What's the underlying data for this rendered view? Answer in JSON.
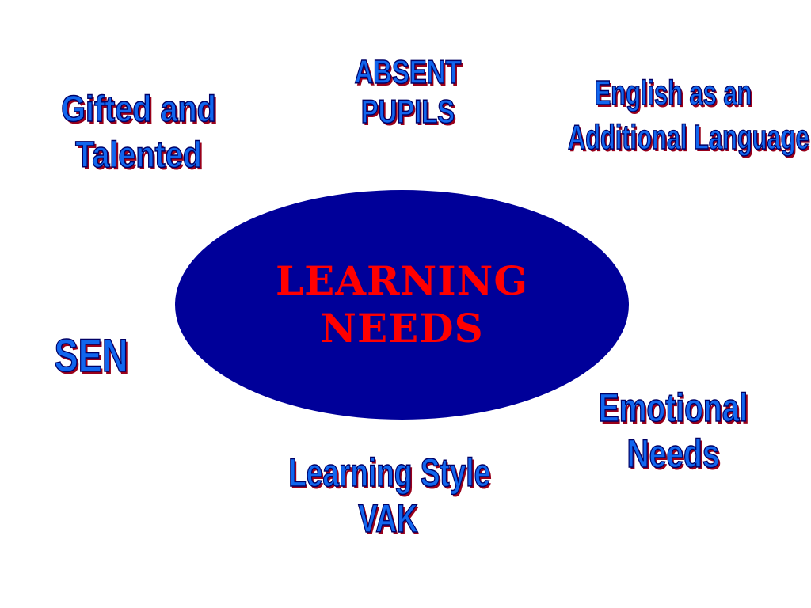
{
  "center": {
    "line1": "LEARNING",
    "line2": "NEEDS"
  },
  "nodes": {
    "gifted": [
      "Gifted and",
      "Talented"
    ],
    "absent": [
      "ABSENT",
      "PUPILS"
    ],
    "eal": [
      "English as an",
      "Additional Language"
    ],
    "sen": [
      "SEN"
    ],
    "emotional": [
      "Emotional",
      "Needs"
    ],
    "learning_style": [
      "Learning Style",
      "VAK"
    ]
  },
  "colors": {
    "ellipse": "#000099",
    "center_text": "#ff0000",
    "node_text": "#1166ee",
    "node_outline": "#000066",
    "node_shadow": "#99001a",
    "background": "#ffffff"
  }
}
